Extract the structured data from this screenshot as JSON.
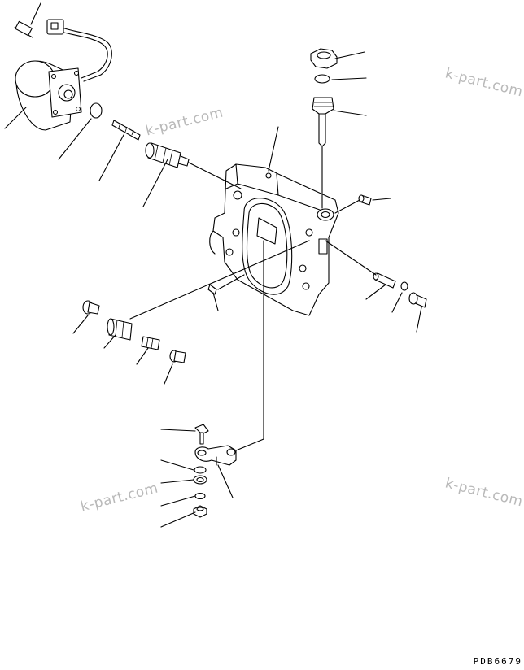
{
  "watermarks": [
    "k-part.com",
    "k-part.com",
    "k-part.com",
    "k-part.com"
  ],
  "drawing_code": "PDB6679"
}
